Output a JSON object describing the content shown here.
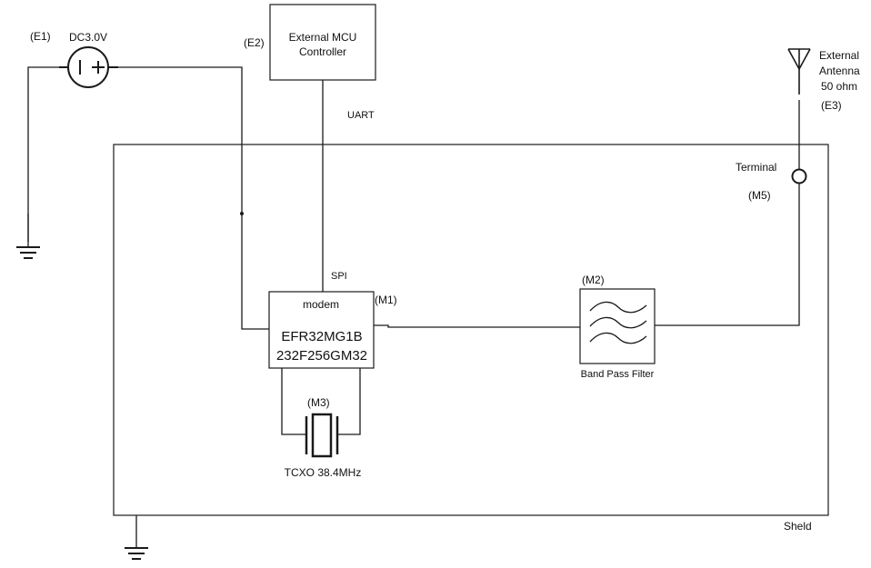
{
  "labels": {
    "e1": "(E1)",
    "dc": "DC3.0V",
    "e2": "(E2)",
    "mcu_line1": "External MCU",
    "mcu_line2": "Controller",
    "uart": "UART",
    "spi": "SPI",
    "modem": "modem",
    "m1": "(M1)",
    "chip_line1": "EFR32MG1B",
    "chip_line2": "232F256GM32",
    "m2": "(M2)",
    "bpf": "Band Pass Filter",
    "m3": "(M3)",
    "tcxo": "TCXO 38.4MHz",
    "terminal": "Terminal",
    "m5": "(M5)",
    "ant_line1": "External",
    "ant_line2": "Antenna",
    "ant_line3": "50 ohm",
    "e3": "(E3)",
    "shield": "Sheld"
  }
}
